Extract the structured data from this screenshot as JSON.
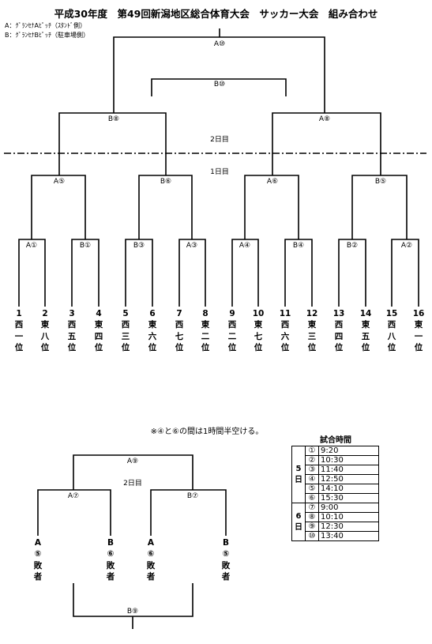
{
  "title": "平成30年度　第49回新潟地区総合体育大会　サッカー大会　組み合わせ",
  "legend": [
    "A：ｸﾞﾗﾝｾﾅAﾋﾟｯﾁ（ｽﾀﾝﾄﾞ側）",
    "B：ｸﾞﾗﾝｾﾅBﾋﾟｯﾁ（駐車場側）"
  ],
  "day2_label": "2日目",
  "day1_label": "1日目",
  "matches": {
    "a10": "A⑩",
    "b10": "B⑩",
    "b8": "B⑧",
    "a8": "A⑧",
    "a5": "A⑤",
    "b6": "B⑥",
    "a6": "A⑥",
    "b5": "B⑤",
    "a1": "A①",
    "b1": "B①",
    "b3": "B③",
    "a3": "A③",
    "a4": "A④",
    "b4": "B④",
    "b2": "B②",
    "a2": "A②",
    "a9": "A⑨",
    "a7": "A⑦",
    "b7": "B⑦",
    "b9": "B⑨"
  },
  "teams": [
    {
      "num": "1",
      "c1": "西",
      "c2": "一",
      "c3": "位"
    },
    {
      "num": "2",
      "c1": "東",
      "c2": "八",
      "c3": "位"
    },
    {
      "num": "3",
      "c1": "西",
      "c2": "五",
      "c3": "位"
    },
    {
      "num": "4",
      "c1": "東",
      "c2": "四",
      "c3": "位"
    },
    {
      "num": "5",
      "c1": "西",
      "c2": "三",
      "c3": "位"
    },
    {
      "num": "6",
      "c1": "東",
      "c2": "六",
      "c3": "位"
    },
    {
      "num": "7",
      "c1": "西",
      "c2": "七",
      "c3": "位"
    },
    {
      "num": "8",
      "c1": "東",
      "c2": "二",
      "c3": "位"
    },
    {
      "num": "9",
      "c1": "西",
      "c2": "二",
      "c3": "位"
    },
    {
      "num": "10",
      "c1": "東",
      "c2": "七",
      "c3": "位"
    },
    {
      "num": "11",
      "c1": "西",
      "c2": "六",
      "c3": "位"
    },
    {
      "num": "12",
      "c1": "東",
      "c2": "三",
      "c3": "位"
    },
    {
      "num": "13",
      "c1": "西",
      "c2": "四",
      "c3": "位"
    },
    {
      "num": "14",
      "c1": "東",
      "c2": "五",
      "c3": "位"
    },
    {
      "num": "15",
      "c1": "西",
      "c2": "八",
      "c3": "位"
    },
    {
      "num": "16",
      "c1": "東",
      "c2": "一",
      "c3": "位"
    }
  ],
  "note": "※④と⑥の間は1時間半空ける。",
  "consolation_day_label": "2日目",
  "losers": [
    {
      "c1": "A",
      "c2": "⑤",
      "c3": "敗",
      "c4": "者"
    },
    {
      "c1": "B",
      "c2": "⑥",
      "c3": "敗",
      "c4": "者"
    },
    {
      "c1": "A",
      "c2": "⑥",
      "c3": "敗",
      "c4": "者"
    },
    {
      "c1": "B",
      "c2": "⑤",
      "c3": "敗",
      "c4": "者"
    }
  ],
  "schedule": {
    "title": "試合時間",
    "day5_label": "5日",
    "day6_label": "6日",
    "day5": [
      {
        "no": "①",
        "time": "9:20"
      },
      {
        "no": "②",
        "time": "10:30"
      },
      {
        "no": "③",
        "time": "11:40"
      },
      {
        "no": "④",
        "time": "12:50"
      },
      {
        "no": "⑤",
        "time": "14:10"
      },
      {
        "no": "⑥",
        "time": "15:30"
      }
    ],
    "day6": [
      {
        "no": "⑦",
        "time": "9:00"
      },
      {
        "no": "⑧",
        "time": "10:10"
      },
      {
        "no": "⑨",
        "time": "12:30"
      },
      {
        "no": "⑩",
        "time": "13:40"
      }
    ]
  }
}
